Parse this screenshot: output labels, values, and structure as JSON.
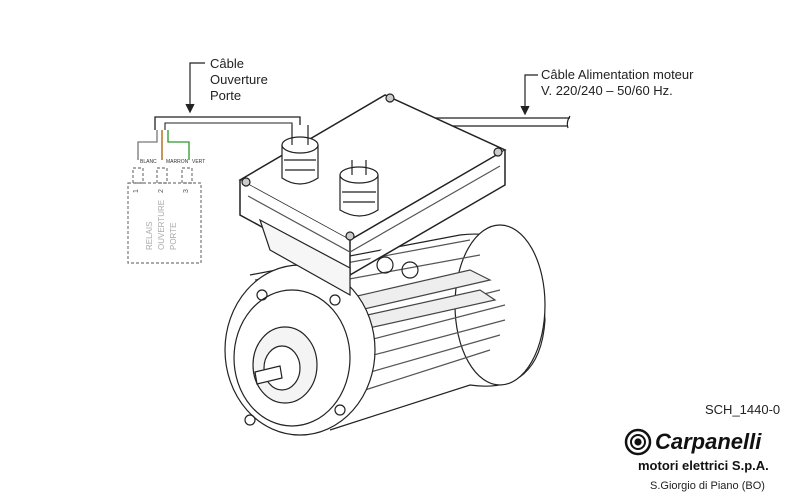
{
  "labels": {
    "cable_door_line1": "Câble",
    "cable_door_line2": "Ouverture",
    "cable_door_line3": "Porte",
    "cable_power_line1": "Câble Alimentation moteur",
    "cable_power_line2": "V. 220/240 – 50/60 Hz."
  },
  "wires": [
    {
      "name": "BLANC",
      "color": "#777777"
    },
    {
      "name": "MARRON",
      "color": "#b5731f"
    },
    {
      "name": "VERT",
      "color": "#2a9a2a"
    }
  ],
  "relay": {
    "terminals": [
      "1",
      "2",
      "3"
    ],
    "text_lines": [
      "RELAIS",
      "OUVERTURE",
      "PORTE"
    ]
  },
  "drawing_code": "SCH_1440-0",
  "company": {
    "brand": "Carpanelli",
    "name": "motori elettrici S.p.A.",
    "location": "S.Giorgio di Piano (BO)"
  }
}
